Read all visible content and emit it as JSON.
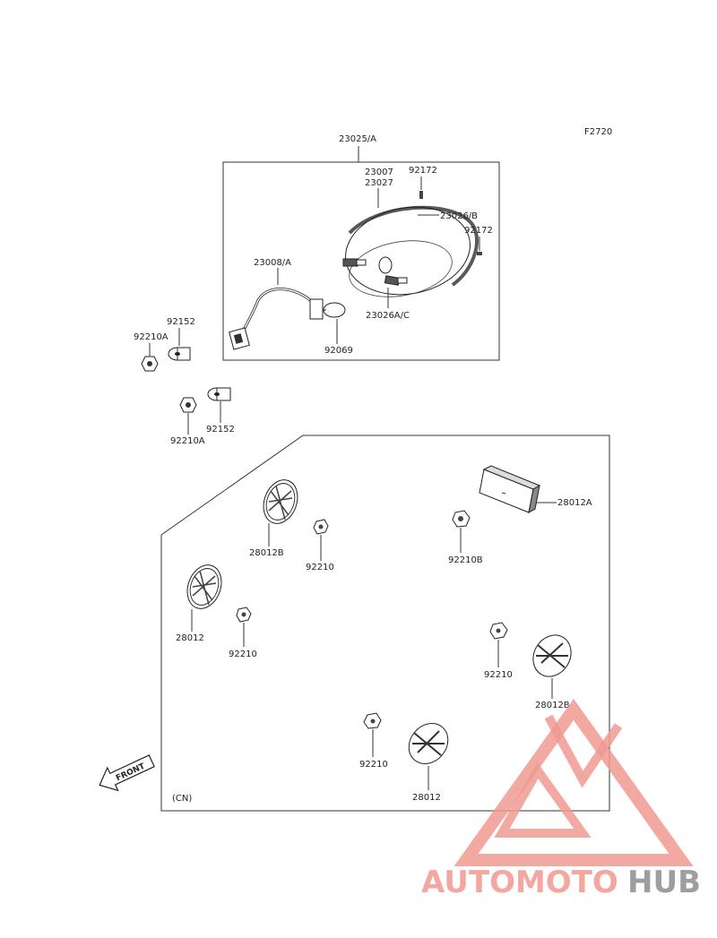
{
  "figure_code": "F2720",
  "labels": {
    "housing_set": "23025/A",
    "lens_a": "23007",
    "lens_b": "23027",
    "screw_top": "92172",
    "rim": "23026/B",
    "screw_right": "92172",
    "socket": "23008/A",
    "stud": "23026A/C",
    "bulb": "92069",
    "collar_1": "92152",
    "nut_1": "92210A",
    "collar_2": "92152",
    "nut_2": "92210A",
    "refl_rect": "28012A",
    "refl_b_top": "28012B",
    "nut_b_top": "92210",
    "nut_b_right": "92210B",
    "refl_left": "28012",
    "nut_left": "92210",
    "nut_right": "92210",
    "refl_b_right": "28012B",
    "nut_bottom": "92210",
    "refl_bottom": "28012"
  },
  "front_arrow": "FRONT",
  "region_note": "(CN)",
  "watermark": {
    "text_a": "AUTOMOTO",
    "text_b": "HUB",
    "color_a": "#f4a7a0",
    "color_b": "#9e9e9e"
  },
  "colors": {
    "line": "#333333",
    "part_dark": "#3a3a3a",
    "watermark_triangle": "#f09a92"
  }
}
